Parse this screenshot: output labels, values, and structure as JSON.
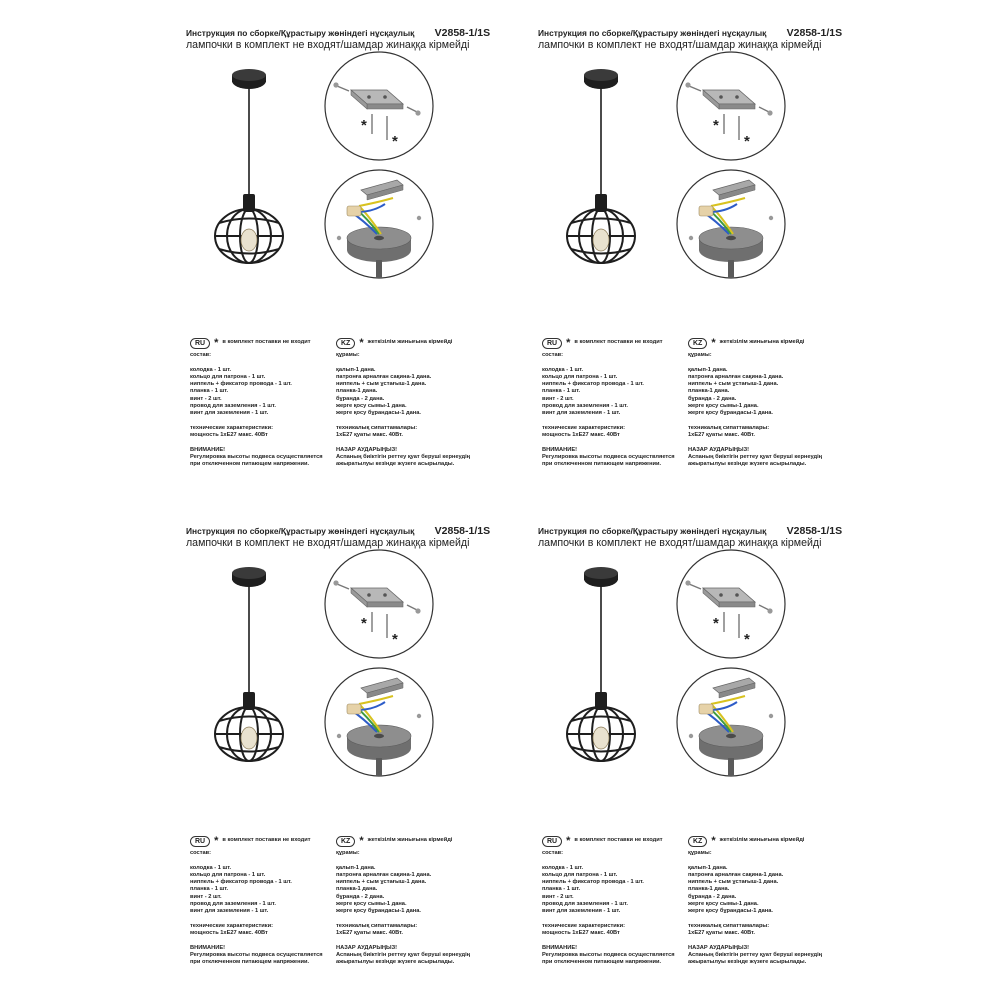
{
  "header": {
    "instruction_title": "Инструкция по сборке/Құрастыру жөніндегі нұсқаулық",
    "model": "V2858-1/1S",
    "subtitle": "лампочки в комплект не входят/шамдар жинаққа кірмейді"
  },
  "ru": {
    "lang_label": "RU",
    "star": "*",
    "not_included": "в комплект поставки не входит",
    "composition_title": "состав:",
    "items": [
      "колодка - 1 шт.",
      "кольцо для патрона - 1 шт.",
      "ниппель + фиксатор провода - 1 шт.",
      "планка - 1 шт.",
      "винт - 2 шт.",
      "провод для заземления - 1 шт.",
      "винт для заземления - 1 шт."
    ],
    "specs_title": "технические характеристики:",
    "specs_value": "мощность 1хЕ27 макс. 40Вт",
    "warning_title": "ВНИМАНИЕ!",
    "warning_lines": [
      "Регулировка высоты подвеса осуществляется",
      "при отключенном питающем напряжении."
    ]
  },
  "kz": {
    "lang_label": "KZ",
    "star": "*",
    "not_included": "жеткізілім жинығына кірмейді",
    "composition_title": "құрамы:",
    "items": [
      "қалып-1 дана.",
      "патронға арналған сақина-1 дана.",
      "ниппель + сым ұстағыш-1 дана.",
      "планка-1 дана.",
      "бұранда - 2 дана.",
      "жерге қосу сымы-1 дана.",
      "жерге қосу бұрандасы-1 дана."
    ],
    "specs_title": "техникалық сипаттамалары:",
    "specs_value": "1хЕ27 қуаты макс. 40Вт.",
    "warning_title": "НАЗАР АУДАРЫҢЫЗ!",
    "warning_lines": [
      "Аспаның биіктігін реттеу қуат беруші кернеудің",
      "ажыратылуы кезінде жүзеге асырылады."
    ]
  },
  "diagram": {
    "star_mark": "*"
  },
  "colors": {
    "ink": "#222222",
    "lamp_metal": "#1e1e1e",
    "canopy_grey": "#6f6f6f",
    "bracket_grey": "#8a8a8a",
    "wire_yellow": "#d8c21f",
    "wire_blue": "#2d5cc8",
    "wire_green": "#3f9b3f"
  }
}
